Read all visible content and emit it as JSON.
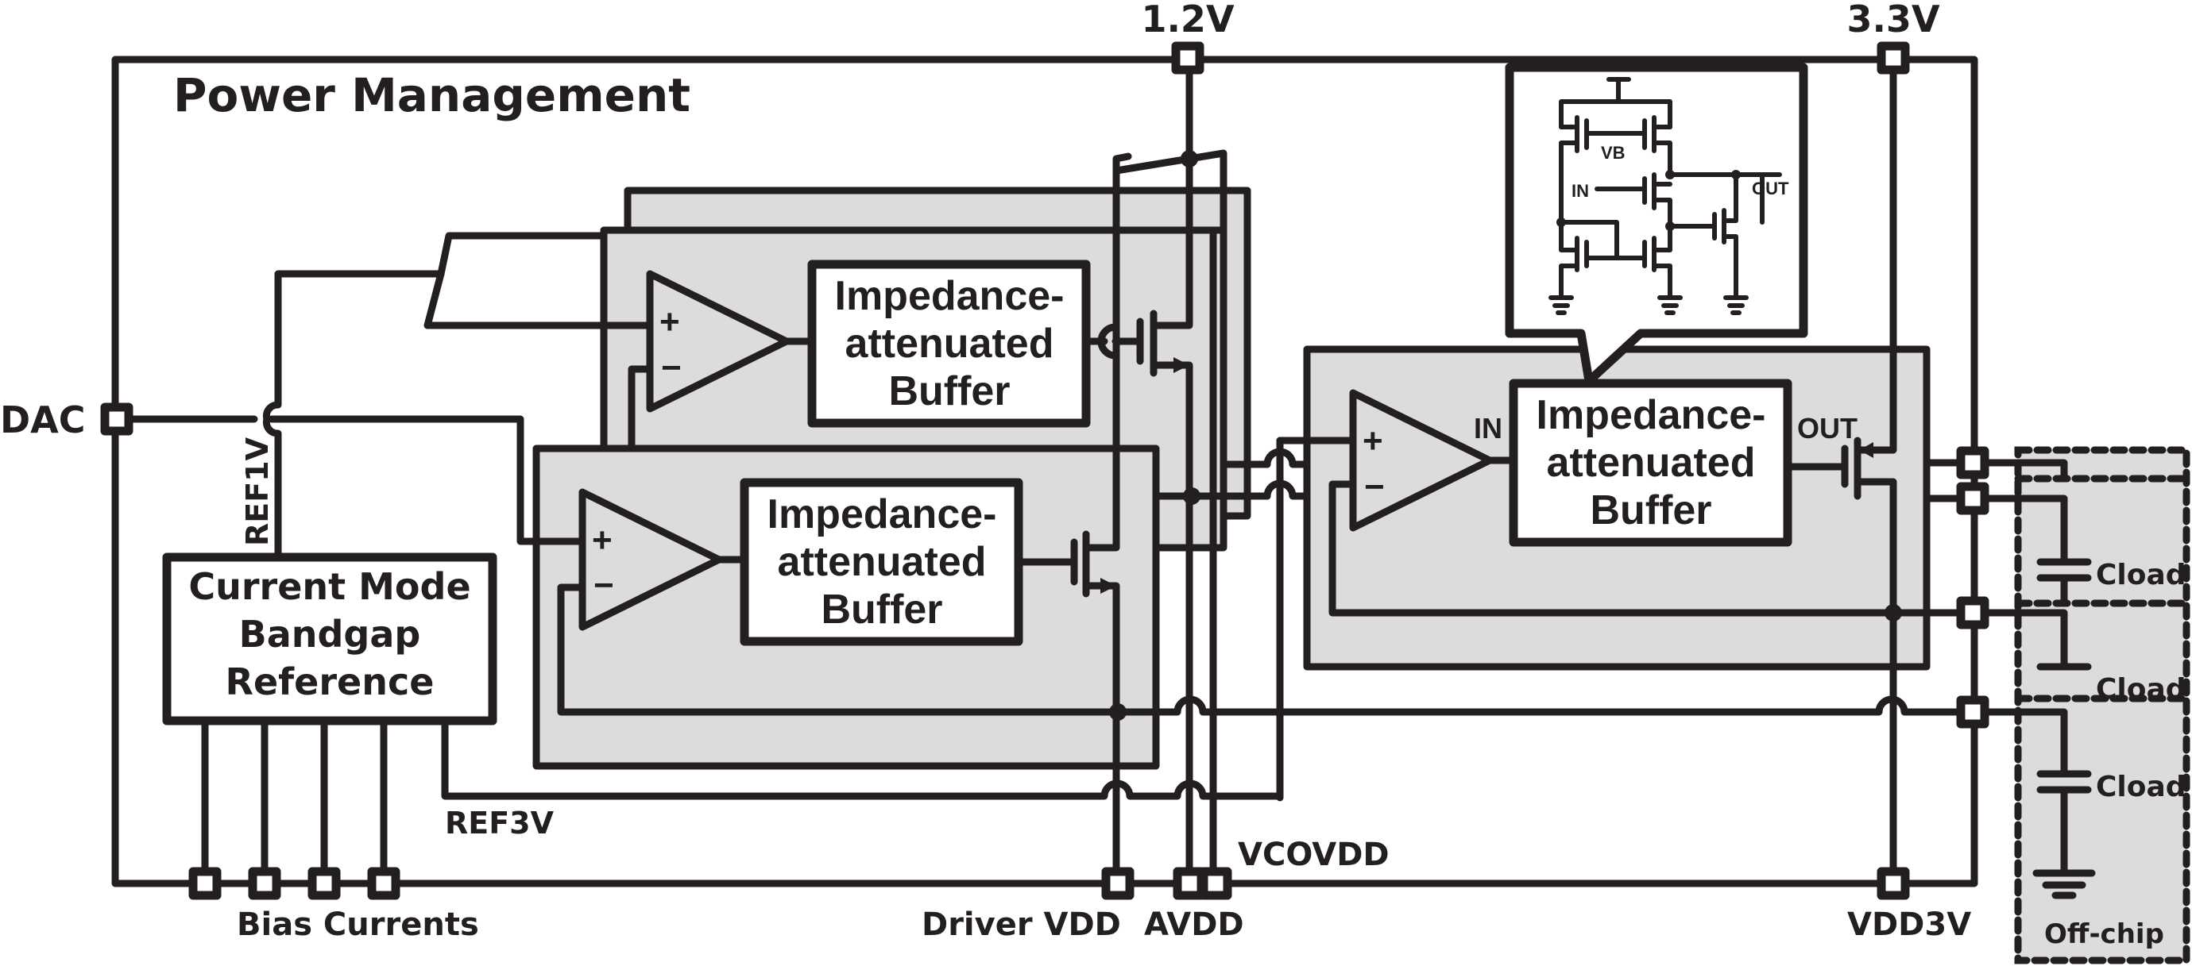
{
  "title": "Power Management",
  "supplies": {
    "v12": "1.2V",
    "v33": "3.3V"
  },
  "inputs": {
    "dac": "DAC"
  },
  "bandgap": {
    "lines": [
      "Current Mode",
      "Bandgap",
      "Reference"
    ],
    "ref1v": "REF1V",
    "ref3v": "REF3V",
    "bias_label": "Bias Currents"
  },
  "ldos": [
    {
      "id": "upper",
      "buffer_lines": [
        "Impedance-",
        "attenuated",
        "Buffer"
      ]
    },
    {
      "id": "lower",
      "buffer_lines": [
        "Impedance-",
        "attenuated",
        "Buffer"
      ]
    },
    {
      "id": "right",
      "buffer_lines": [
        "Impedance-",
        "attenuated",
        "Buffer"
      ],
      "in_label": "IN",
      "out_label": "OUT"
    }
  ],
  "opamp_symbols": {
    "plus": "+",
    "minus": "−"
  },
  "inset": {
    "vb_label": "VB",
    "in_label": "IN",
    "out_label": "OUT"
  },
  "bottom_pins": {
    "driver_vdd": "Driver VDD",
    "avdd": "AVDD",
    "vcovdd": "VCOVDD",
    "vdd3v": "VDD3V"
  },
  "offchip": {
    "cload_labels": [
      "Cload",
      "Cload",
      "Cload"
    ],
    "label": "Off-chip"
  },
  "colors": {
    "ink": "#231f20",
    "block_fill": "#dcdcdc",
    "background": "#ffffff"
  }
}
